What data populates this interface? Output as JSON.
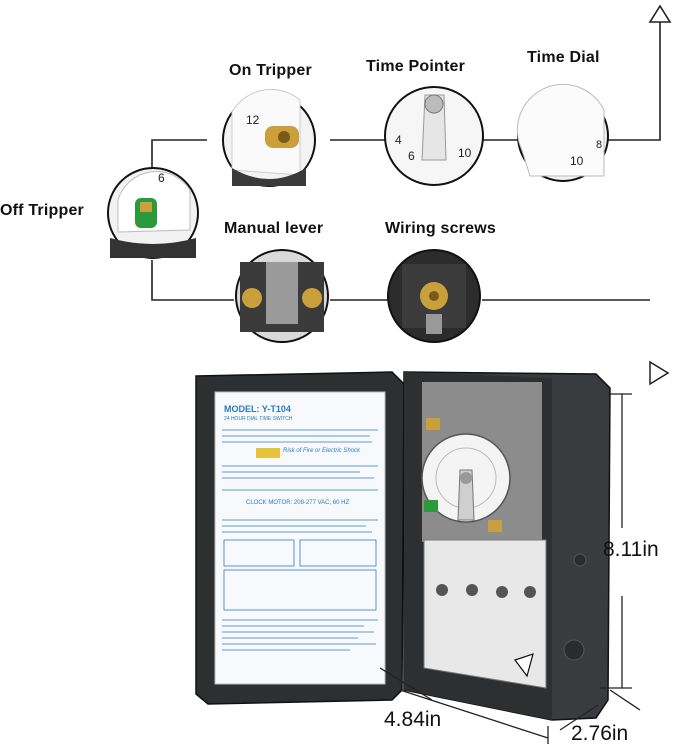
{
  "callouts": {
    "on_tripper": "On Tripper",
    "time_pointer": "Time Pointer",
    "time_dial": "Time Dial",
    "off_tripper": "Off Tripper",
    "manual_lever": "Manual lever",
    "wiring_screws": "Wiring screws"
  },
  "dimensions": {
    "height": "8.11in",
    "width": "4.84in",
    "depth": "2.76in"
  },
  "label_panel": {
    "model": "MODEL: Y-T104",
    "subtitle": "24 HOUR DIAL TIME SWITCH",
    "warning": "Risk of Fire or Electric Shock",
    "clock_motor": "CLOCK MOTOR: 208-277 VAC, 60 HZ"
  },
  "colors": {
    "box": "#2e2f31",
    "dial": "#f4f4f4",
    "label_text": "#2a7bbf",
    "tripper_brass": "#c9a03c",
    "tripper_green": "#2a9a3a"
  }
}
